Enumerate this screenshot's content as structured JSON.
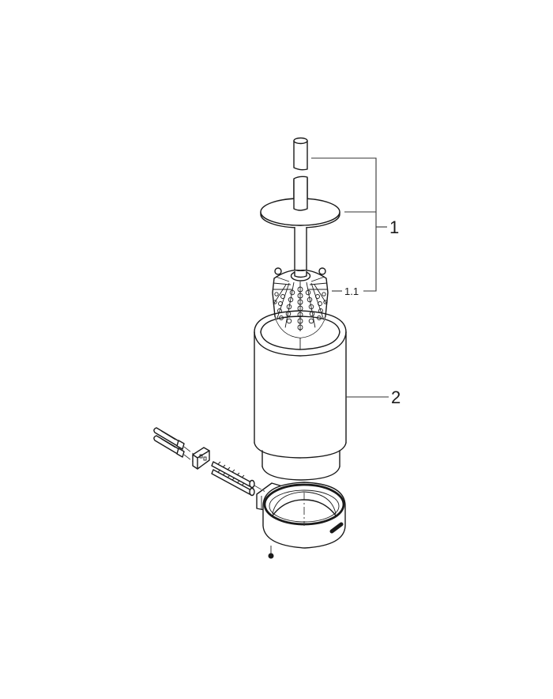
{
  "diagram": {
    "type": "exploded-parts-view",
    "subject": "toilet brush set",
    "line_color": "#1a1a1a",
    "background": "#ffffff",
    "callouts": [
      {
        "id": "1",
        "label": "1",
        "part": "brush assembly (handle, lid disc, brush head)"
      },
      {
        "id": "1.1",
        "label": "1.1",
        "part": "brush head"
      },
      {
        "id": "2",
        "label": "2",
        "part": "container / glass"
      }
    ],
    "unlabeled_parts": [
      "wall holder ring",
      "wall mounting plate",
      "screws",
      "wall plugs",
      "grub screw"
    ]
  }
}
